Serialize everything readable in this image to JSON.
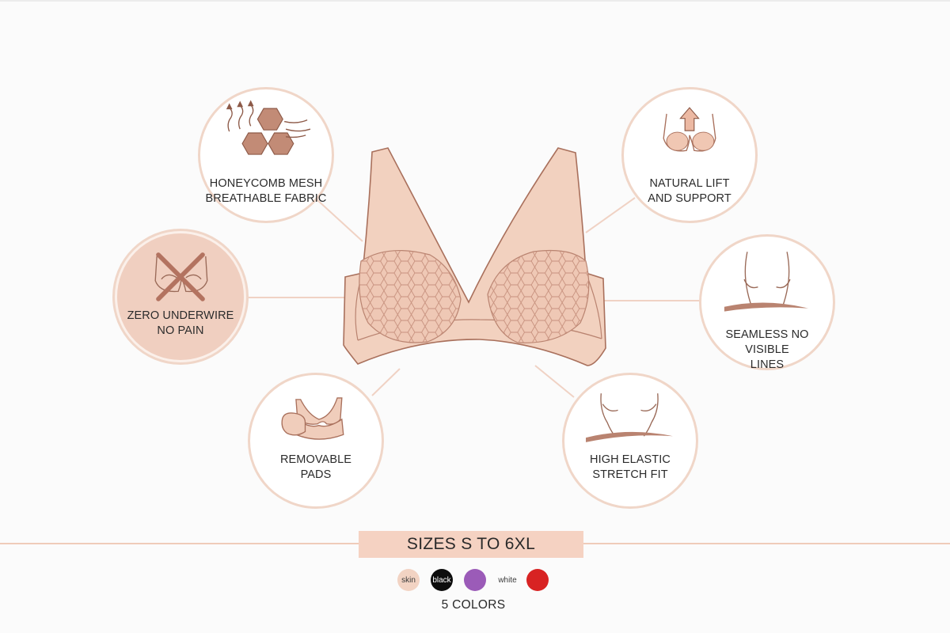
{
  "features": [
    {
      "id": "honeycomb",
      "line1": "HONEYCOMB MESH",
      "line2": "BREATHABLE FABRIC",
      "icon": "honeycomb-icon"
    },
    {
      "id": "underwire",
      "line1": "ZERO UNDERWIRE",
      "line2": "NO PAIN",
      "icon": "no-underwire-icon"
    },
    {
      "id": "pads",
      "line1": "REMOVABLE",
      "line2": "PADS",
      "icon": "removable-pads-icon"
    },
    {
      "id": "lift",
      "line1": "NATURAL LIFT",
      "line2": "AND SUPPORT",
      "icon": "lift-arrow-icon"
    },
    {
      "id": "seamless",
      "line1": "SEAMLESS NO VISIBLE",
      "line2": "LINES",
      "icon": "seamless-torso-icon"
    },
    {
      "id": "elastic",
      "line1": "HIGH ELASTIC",
      "line2": "STRETCH FIT",
      "icon": "stretch-torso-icon"
    }
  ],
  "sizes": {
    "label": "SIZES S TO 6XL"
  },
  "colors": {
    "label": "5 COLORS",
    "swatches": [
      {
        "name": "skin",
        "hex": "#f2d3c3",
        "text": "skin"
      },
      {
        "name": "black",
        "hex": "#0d0d0d",
        "text": "black"
      },
      {
        "name": "purple",
        "hex": "#9b5bb8",
        "text": ""
      },
      {
        "name": "white",
        "hex": "#ffffff",
        "text": "white"
      },
      {
        "name": "red",
        "hex": "#d82323",
        "text": ""
      }
    ]
  },
  "palette": {
    "accent": "#f0d6c8",
    "product": "#f2d1bf",
    "outline": "#a9705c",
    "band": "#f5d2c2"
  }
}
